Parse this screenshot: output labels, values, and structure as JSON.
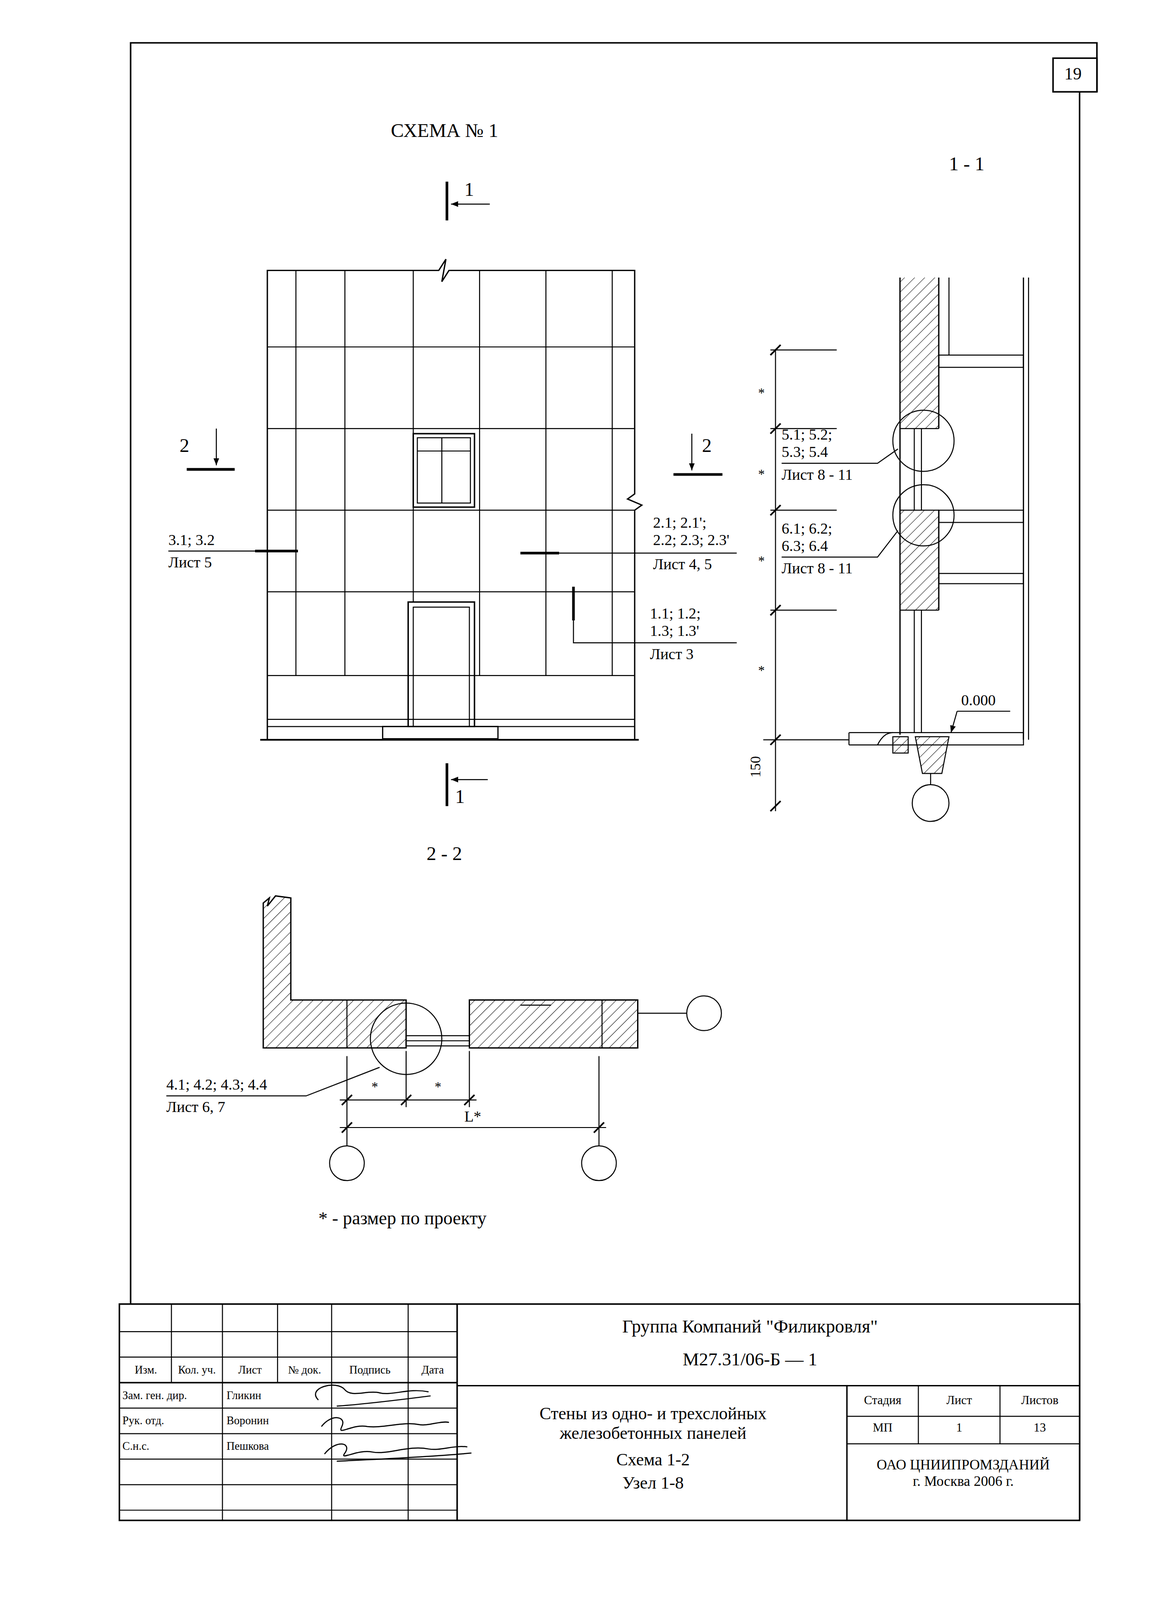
{
  "diagram": {
    "title": "СХЕМА № 1",
    "labels": [
      "19",
      "1 - 1",
      "1",
      "1",
      "2",
      "2",
      "3.1; 3.2",
      "Лист 5",
      "2.1; 2.1'; 2.2; 2.3; 2.3'",
      "Лист 4, 5",
      "1.1; 1.2; 1.3; 1.3'",
      "Лист 3",
      "*",
      "*",
      "*",
      "*",
      "5.1; 5.2; 5.3; 5.4",
      "Лист 8 - 11",
      "6.1; 6.2; 6.3; 6.4",
      "Лист 8 - 11",
      "0.000",
      "150",
      "2 - 2",
      "4.1; 4.2; 4.3; 4.4",
      "Лист 6, 7",
      "*",
      "*",
      "L*",
      "* - размер по проекту",
      "Группа Компаний \"Филикровля\"",
      "М27.31/06-Б — 1",
      "Изм.",
      "Кол. уч.",
      "Лист",
      "№ док.",
      "Подпись",
      "Дата",
      "Зам. ген. дир.",
      "Гликин",
      "Рук. отд.",
      "Воронин",
      "С.н.с.",
      "Пешкова",
      "Стены из одно- и трехслойных железобетонных панелей",
      "Схема 1-2",
      "Узел 1-8",
      "Стадия",
      "Лист",
      "Листов",
      "МП",
      "1",
      "13",
      "ОАО ЦНИИПРОМЗДАНИЙ г. Москва 2006 г."
    ]
  }
}
